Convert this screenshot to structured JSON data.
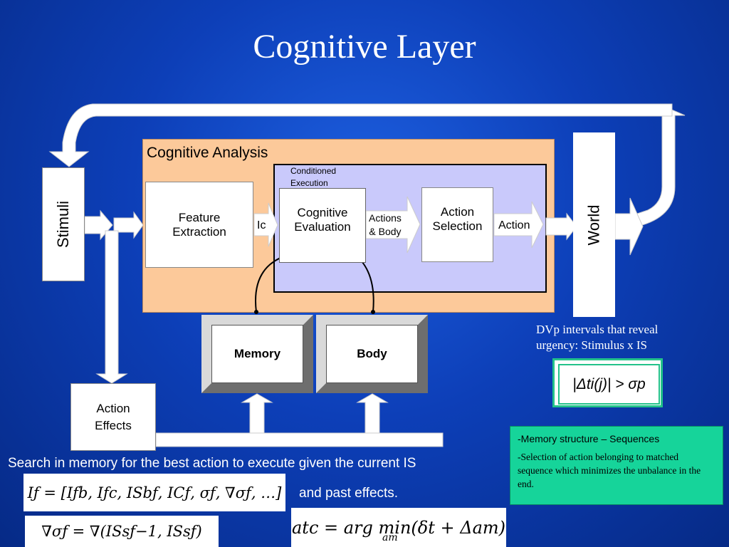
{
  "title": "Cognitive Layer",
  "analysis": {
    "label": "Cognitive Analysis"
  },
  "conditioned_execution": {
    "line1": "Conditioned",
    "line2": "Execution"
  },
  "boxes": {
    "stimuli": "Stimuli",
    "world": "World",
    "feature_line1": "Feature",
    "feature_line2": "Extraction",
    "cogeval_line1": "Cognitive",
    "cogeval_line2": "Evaluation",
    "actsel_line1": "Action",
    "actsel_line2": "Selection",
    "memory": "Memory",
    "body": "Body",
    "effects_line1": "Action",
    "effects_line2": "Effects"
  },
  "arrow_labels": {
    "ic": "Ic",
    "actions_line1": "Actions",
    "actions_line2": "& Body",
    "action": "Action"
  },
  "dvp": {
    "line1": "DVp intervals that reveal",
    "line2": "urgency: Stimulus x IS",
    "formula": "|Δti(j)| > σp"
  },
  "notes": {
    "item1": "-Memory structure – Sequences",
    "item2": "-Selection of action belonging to matched sequence which minimizes the unbalance in the end."
  },
  "bottom": {
    "search_text": "Search in memory for the best action to execute given the current IS",
    "past_text": "and past effects.",
    "formula1": "Iƒ = [Iƒb, Iƒc, ISbƒ, ICƒ, σƒ, ∇σƒ, …]",
    "formula2": "∇σƒ = ∇(ISsƒ−1, ISsƒ)",
    "formula3": "atc = arg min(δt + Δam)",
    "formula3_sub": "am"
  },
  "colors": {
    "background": "#0d3fb8",
    "analysis_fill": "#fcc99a",
    "conditioned_fill": "#c9c9fb",
    "notes_fill": "#16d49a",
    "formula_border": "#23c28a"
  }
}
